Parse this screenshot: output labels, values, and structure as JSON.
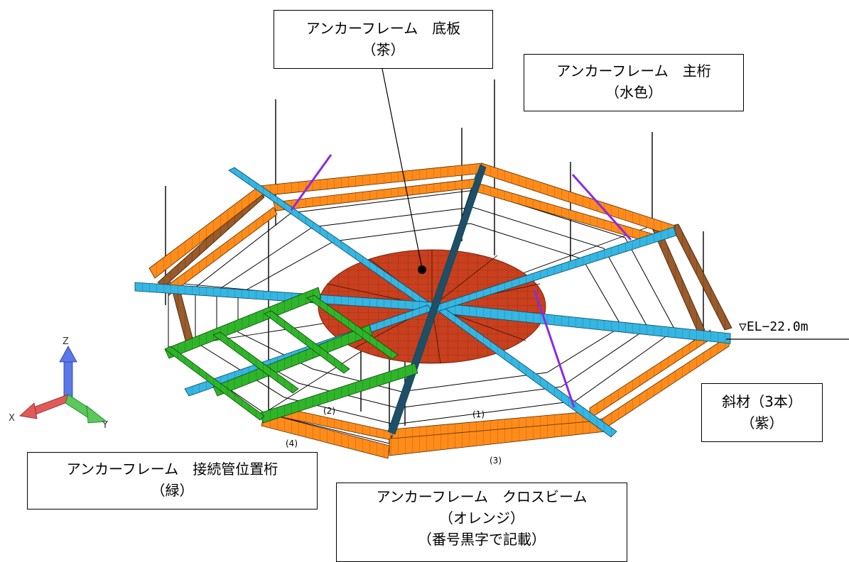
{
  "callouts": {
    "bottom_plate": {
      "line1": "アンカーフレーム　底板",
      "line2": "（茶）"
    },
    "main_girder": {
      "line1": "アンカーフレーム　主桁",
      "line2": "（水色）"
    },
    "connection_girder": {
      "line1": "アンカーフレーム　接続管位置桁",
      "line2": "（緑）"
    },
    "cross_beam": {
      "line1": "アンカーフレーム　クロスビーム",
      "line2": "（オレンジ）",
      "line3": "（番号黒字で記載）"
    },
    "diagonal": {
      "line1": "斜材（3本）",
      "line2": "（紫）"
    }
  },
  "elevation_label": "▽EL−22.0m",
  "member_numbers": {
    "n1": "(1)",
    "n2": "(2)",
    "n3": "(3)",
    "n4": "(4)"
  },
  "axes": {
    "z": "Z",
    "x": "X",
    "y": "Y"
  },
  "colors": {
    "bottom_plate": "#c8401e",
    "main_girder": "#35b6e3",
    "connection_girder": "#2fb52a",
    "cross_beam": "#ff8c1a",
    "outer_frame": "#9a5a2a",
    "diagonal": "#8b2be2"
  }
}
